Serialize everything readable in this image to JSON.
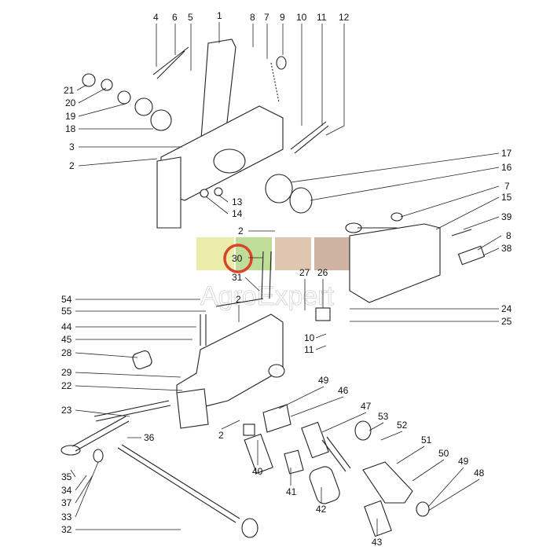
{
  "diagram": {
    "type": "exploded-parts-diagram",
    "watermark": "AgroExpert",
    "highlighted_part": "30",
    "highlight_color": "#d9432a",
    "watermark_colors": [
      "#e8eba0",
      "#b9d98e",
      "#dcc0a8",
      "#c9ab9a"
    ],
    "labels": [
      "4",
      "6",
      "5",
      "1",
      "8",
      "7",
      "9",
      "10",
      "11",
      "12",
      "21",
      "20",
      "19",
      "18",
      "3",
      "2",
      "17",
      "16",
      "7",
      "15",
      "39",
      "8",
      "38",
      "13",
      "14",
      "2",
      "30",
      "31",
      "2",
      "54",
      "55",
      "44",
      "45",
      "28",
      "29",
      "22",
      "23",
      "27",
      "26",
      "24",
      "25",
      "10",
      "11",
      "49",
      "46",
      "47",
      "53",
      "52",
      "36",
      "2",
      "40",
      "41",
      "42",
      "51",
      "50",
      "49",
      "48",
      "43",
      "35",
      "34",
      "37",
      "33",
      "32"
    ]
  }
}
